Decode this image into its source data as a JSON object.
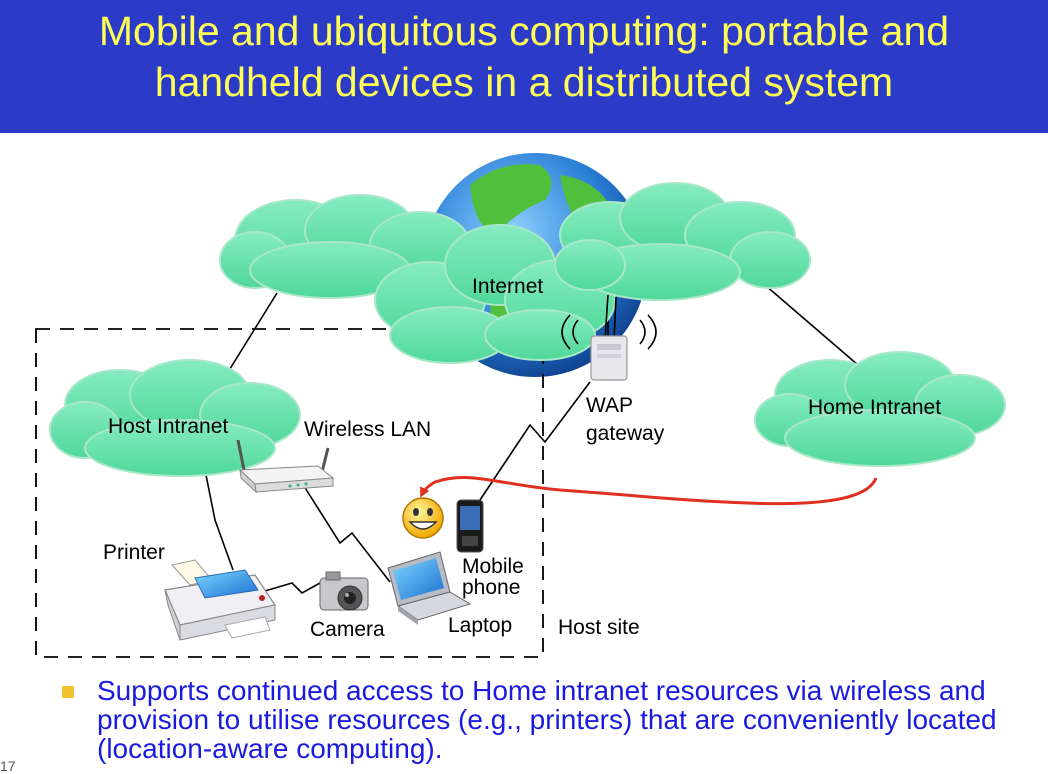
{
  "slide": {
    "title_line1": "Mobile and ubiquitous computing: portable and",
    "title_line2": "handheld devices in a distributed system"
  },
  "diagram": {
    "labels": {
      "internet": "Internet",
      "host_intranet": "Host Intranet",
      "wireless_lan": "Wireless LAN",
      "wap_line1": "WAP",
      "wap_line2": "gateway",
      "home_intranet": "Home Intranet",
      "printer": "Printer",
      "camera": "Camera",
      "laptop": "Laptop",
      "mobile_line1": "Mobile",
      "mobile_line2": "phone",
      "host_site": "Host site"
    }
  },
  "bullet": {
    "text": "Supports continued access to Home intranet resources via wireless and provision to utilise resources (e.g., printers) that are conveniently located (location-aware computing)."
  },
  "footer": {
    "page_number": "17"
  },
  "colors": {
    "header_bg": "#2b3bc8",
    "title": "#ffff55",
    "cloud": "#66e0a8",
    "bullet_text": "#1a1ae0",
    "bullet_marker": "#f2c230",
    "red_arrow": "#e03020"
  }
}
